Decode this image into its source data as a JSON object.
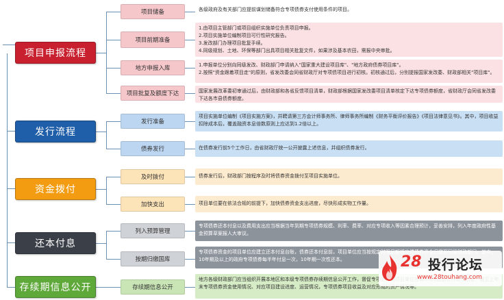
{
  "stages": [
    {
      "id": "apply",
      "label": "项目申报流程",
      "color": "#c8202f",
      "items": [
        {
          "label": "项目储备",
          "desc": [
            "各级政府及有关部门应提前谋划储备符合专项债券支付使用条件的项目。"
          ]
        },
        {
          "label": "项目前期准备",
          "desc": [
            "1.由项目主管部门或项目组织实施单位负责项目申报。",
            "2.项目实施单位编制项目可行性研究报告。",
            "3.发改部门办理项目批复手续。",
            "4.同级规划、土地、环保等部门出具项目相关批复文件，如果涉及基本农田，需报中央审批。"
          ]
        },
        {
          "label": "地方申报入库",
          "desc": [
            "1.申报单位分别向同级发改、财政部门申请纳入\"国家重大建设项目库\"、\"地方政府债券项目库\"。",
            "2.按照\"资金跟着项目走\"的原则，省发改委会同省财政厅对专项债项目进行初核。初核通过后，分别提报国家发改委、财政部相关\"项目库\"。"
          ]
        },
        {
          "label": "项目批复及额度下达",
          "desc": [
            "国家发展改革委初审通过后，由财政部和各省反馈项目清单，财政部根据国家发改委项目清单核定下达专项债券额度，省财政厅会同省发改委下达各市县债券额度。"
          ]
        }
      ]
    },
    {
      "id": "issue",
      "label": "发行流程",
      "color": "#1f5ea8",
      "items": [
        {
          "label": "发行准备",
          "desc": [
            "项目实施单位编制《项目实施方案》，并聘请第三方会计师事务所、律师事务所编制《财务平衡评价报告》《项目法律意见书》。其中，项目收益扣除成本后，覆盖融资本息倍数原则上应达到1.2倍以上。"
          ]
        },
        {
          "label": "债券发行",
          "desc": [
            "在债券发行前5个工作日，由省财政厅统一公开披露上述信息，并组织债券发行。"
          ]
        }
      ]
    },
    {
      "id": "funding",
      "label": "资金拨付",
      "color": "#f39c12",
      "items": [
        {
          "label": "及时拨付",
          "desc": [
            "债券发行后，财政部门按程序及时将债券资金拨付至项目实施单位。"
          ]
        },
        {
          "label": "加快支出",
          "desc": [
            "项目单位要在依法合规的前提下，加快债券资金支出进度，尽快形成实物工作量。"
          ]
        }
      ]
    },
    {
      "id": "repay",
      "label": "还本付息",
      "color": "#3a3f48",
      "items": [
        {
          "label": "列入预算管理",
          "desc": [
            "专项债券还本付息以及费用支出应当根据当年到期专项债券规模、利率、费率、对应专项收入等因素合理预计，妥善安排，列入年度政府性基金预算草案报人大审议。"
          ]
        },
        {
          "label": "按期归缴国库",
          "desc": [
            "专项债券资金的项目单位应建立还本付息台账，债券还本付息前，项目单位应当按规定时限足额将应偿债券资金归缴至同级财政部门。其中，10年期及以上的政府专项债券每半年付息一次，10年期一次性还本。"
          ]
        }
      ]
    },
    {
      "id": "disclose",
      "label": "存续期信息公开",
      "color": "#5fa83a",
      "items": [
        {
          "label": "存续期信息公开",
          "desc": [
            "地方各级财政部门应当组织开展本地区和本级专项债券存续期信息公开工作，督促专项债券的项目单位在每年6月底前公开以下信息：截至上年末专项债券资金使用情况、对应项目建设进度、运营情况，专项债券项目收益及对应形成的资产情况等。"
          ]
        }
      ]
    }
  ],
  "watermark": {
    "number": "28",
    "title": "投行论坛",
    "url": "www.28touhang.com"
  }
}
